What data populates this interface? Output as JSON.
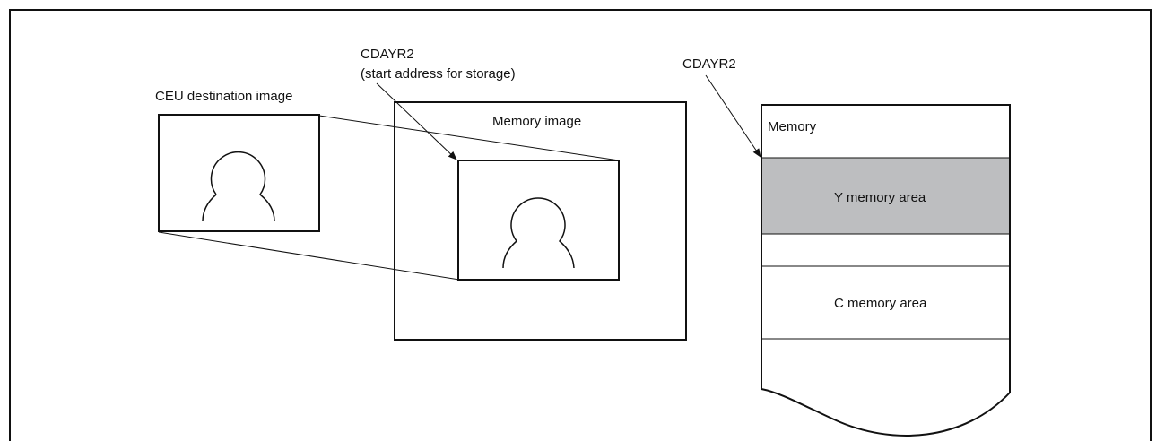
{
  "labels": {
    "ceu_destination_image": "CEU destination image",
    "cdayr2_start_line1": "CDAYR2",
    "cdayr2_start_line2": "(start address for storage)",
    "memory_image": "Memory image",
    "cdayr2_memory": "CDAYR2",
    "memory": "Memory",
    "y_memory_area": "Y memory area",
    "c_memory_area": "C memory area"
  },
  "colors": {
    "y_area_fill": "#bdbec0",
    "line": "#111111",
    "background": "#ffffff"
  }
}
